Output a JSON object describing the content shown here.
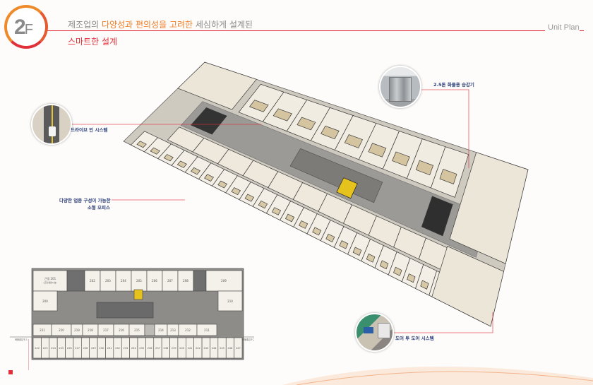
{
  "header": {
    "floor_number": "2",
    "floor_suffix": "F",
    "headline_prefix": "제조업의 ",
    "headline_highlight": "다양성과 편의성을 고려한",
    "headline_suffix": " 세심하게 설계된",
    "subheadline": "스마트한 설계",
    "section_label": "Unit Plan"
  },
  "callouts": {
    "drive_in": "드라이브 인 시스템",
    "office_line1": "다양한 업종 구성이 가능한",
    "office_line2": "소형 오피스",
    "elevator": "2.5톤 화물용 승강기",
    "door_to_door": "도어 투 도어 시스템"
  },
  "floor_plan": {
    "corner_room": "근생 201",
    "corner_room_sub": "(근린생활시설)",
    "left_room": "200",
    "top_rooms": [
      "202",
      "203",
      "204",
      "205",
      "206",
      "207",
      "208"
    ],
    "right_top_room": "209",
    "right_mid_room": "210",
    "middle_rooms": [
      "221",
      "220",
      "219",
      "218",
      "217",
      "216",
      "215",
      "",
      "214",
      "213",
      "212",
      "211"
    ],
    "bottom_rooms": [
      "222",
      "223",
      "224",
      "225",
      "226",
      "227",
      "228",
      "229",
      "230",
      "231",
      "232",
      "233",
      "234",
      "235",
      "236",
      "237",
      "238",
      "239",
      "240",
      "241",
      "242",
      "243",
      "244",
      "245",
      "246",
      "247"
    ],
    "entrance_left": "화물출입구-1",
    "entrance_right": "화물출입구-2"
  },
  "colors": {
    "accent_red": "#e0303a",
    "accent_orange": "#ef7f2a",
    "label_blue": "#2c3f7a"
  }
}
